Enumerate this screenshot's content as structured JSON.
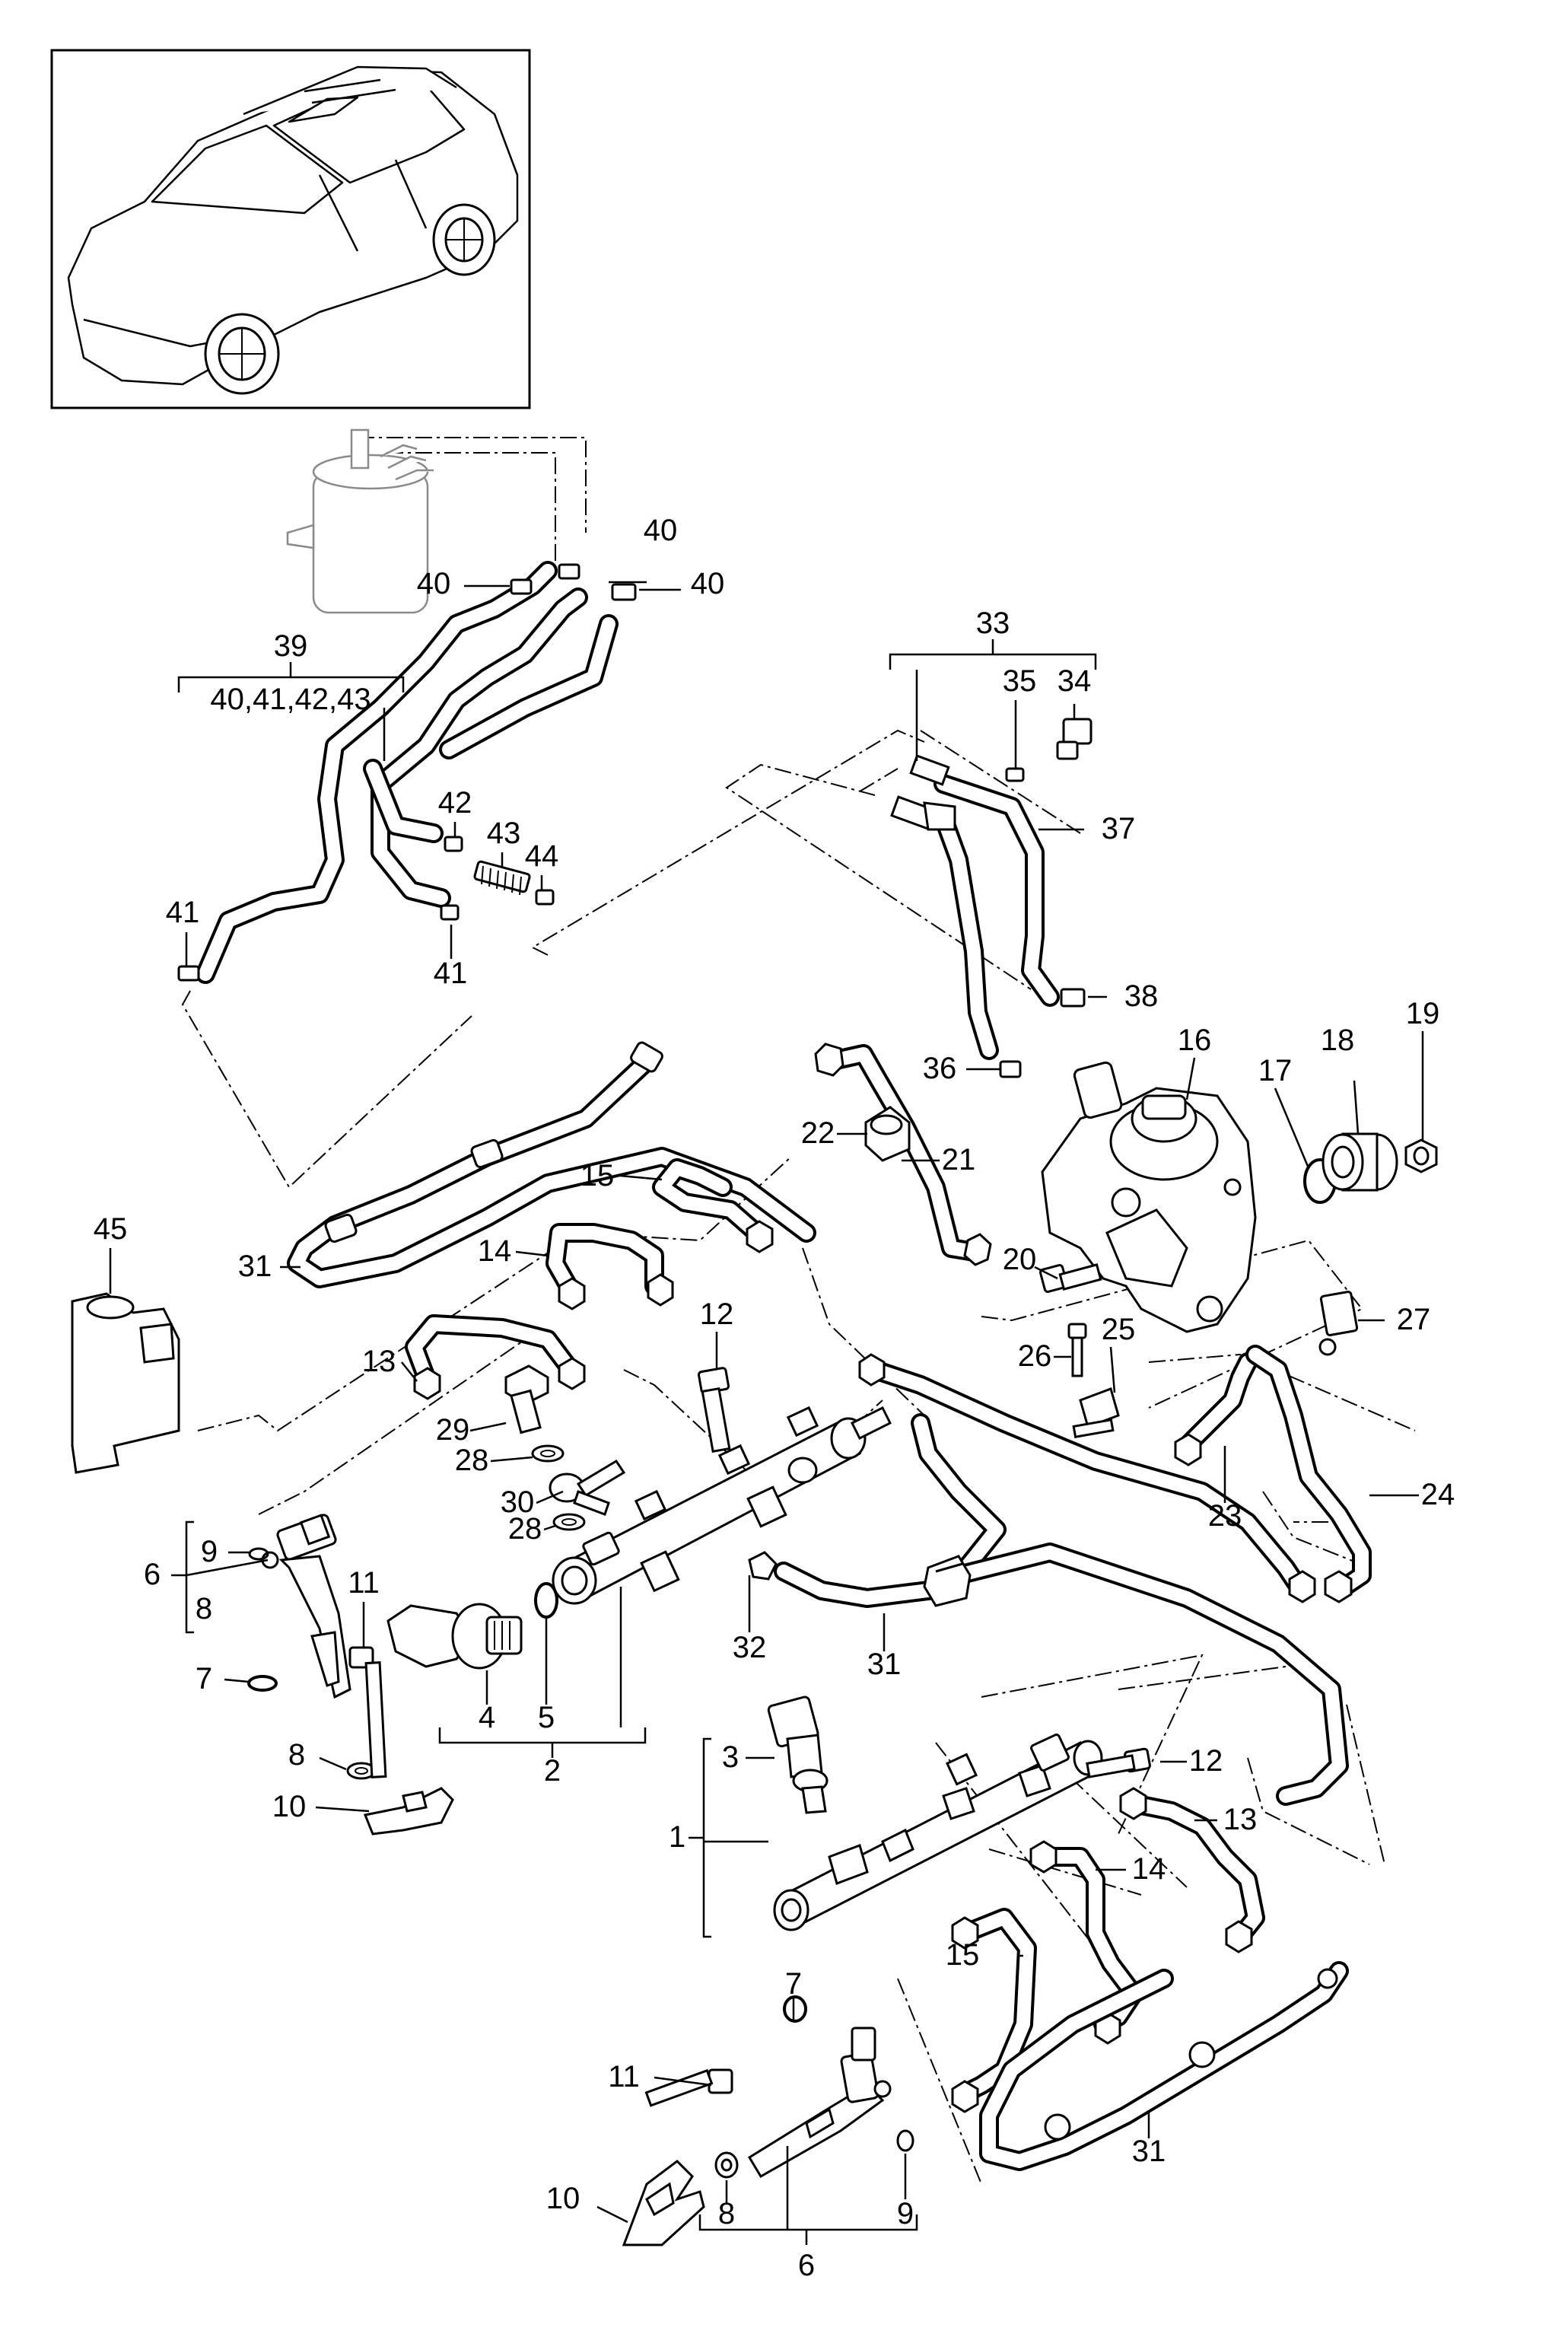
{
  "labels": {
    "n1": "1",
    "n2": "2",
    "n3": "3",
    "n4": "4",
    "n5": "5",
    "n6_left": "6",
    "n6_bottom": "6",
    "n7_left": "7",
    "n7_bottom": "7",
    "n8_left_a": "8",
    "n8_left_b": "8",
    "n8_bottom": "8",
    "n9_left": "9",
    "n9_bottom": "9",
    "n10_left": "10",
    "n10_bottom": "10",
    "n11_left": "11",
    "n11_bottom": "11",
    "n12_upper": "12",
    "n12_lower": "12",
    "n13_upper": "13",
    "n13_lower": "13",
    "n14_upper": "14",
    "n14_lower": "14",
    "n15_upper": "15",
    "n15_lower": "15",
    "n16": "16",
    "n17": "17",
    "n18": "18",
    "n19": "19",
    "n20": "20",
    "n21": "21",
    "n22": "22",
    "n23": "23",
    "n24": "24",
    "n25": "25",
    "n26": "26",
    "n27": "27",
    "n28_a": "28",
    "n28_b": "28",
    "n29": "29",
    "n30": "30",
    "n31_upper": "31",
    "n31_middle": "31",
    "n31_lower": "31",
    "n32": "32",
    "n33": "33",
    "n34": "34",
    "n35": "35",
    "n36": "36",
    "n37": "37",
    "n38": "38",
    "n39": "39",
    "n39_sub": "40,41,42,43",
    "n40_a": "40",
    "n40_b": "40",
    "n40_c": "40",
    "n41_a": "41",
    "n41_b": "41",
    "n42": "42",
    "n43": "43",
    "n44": "44",
    "n45": "45"
  }
}
